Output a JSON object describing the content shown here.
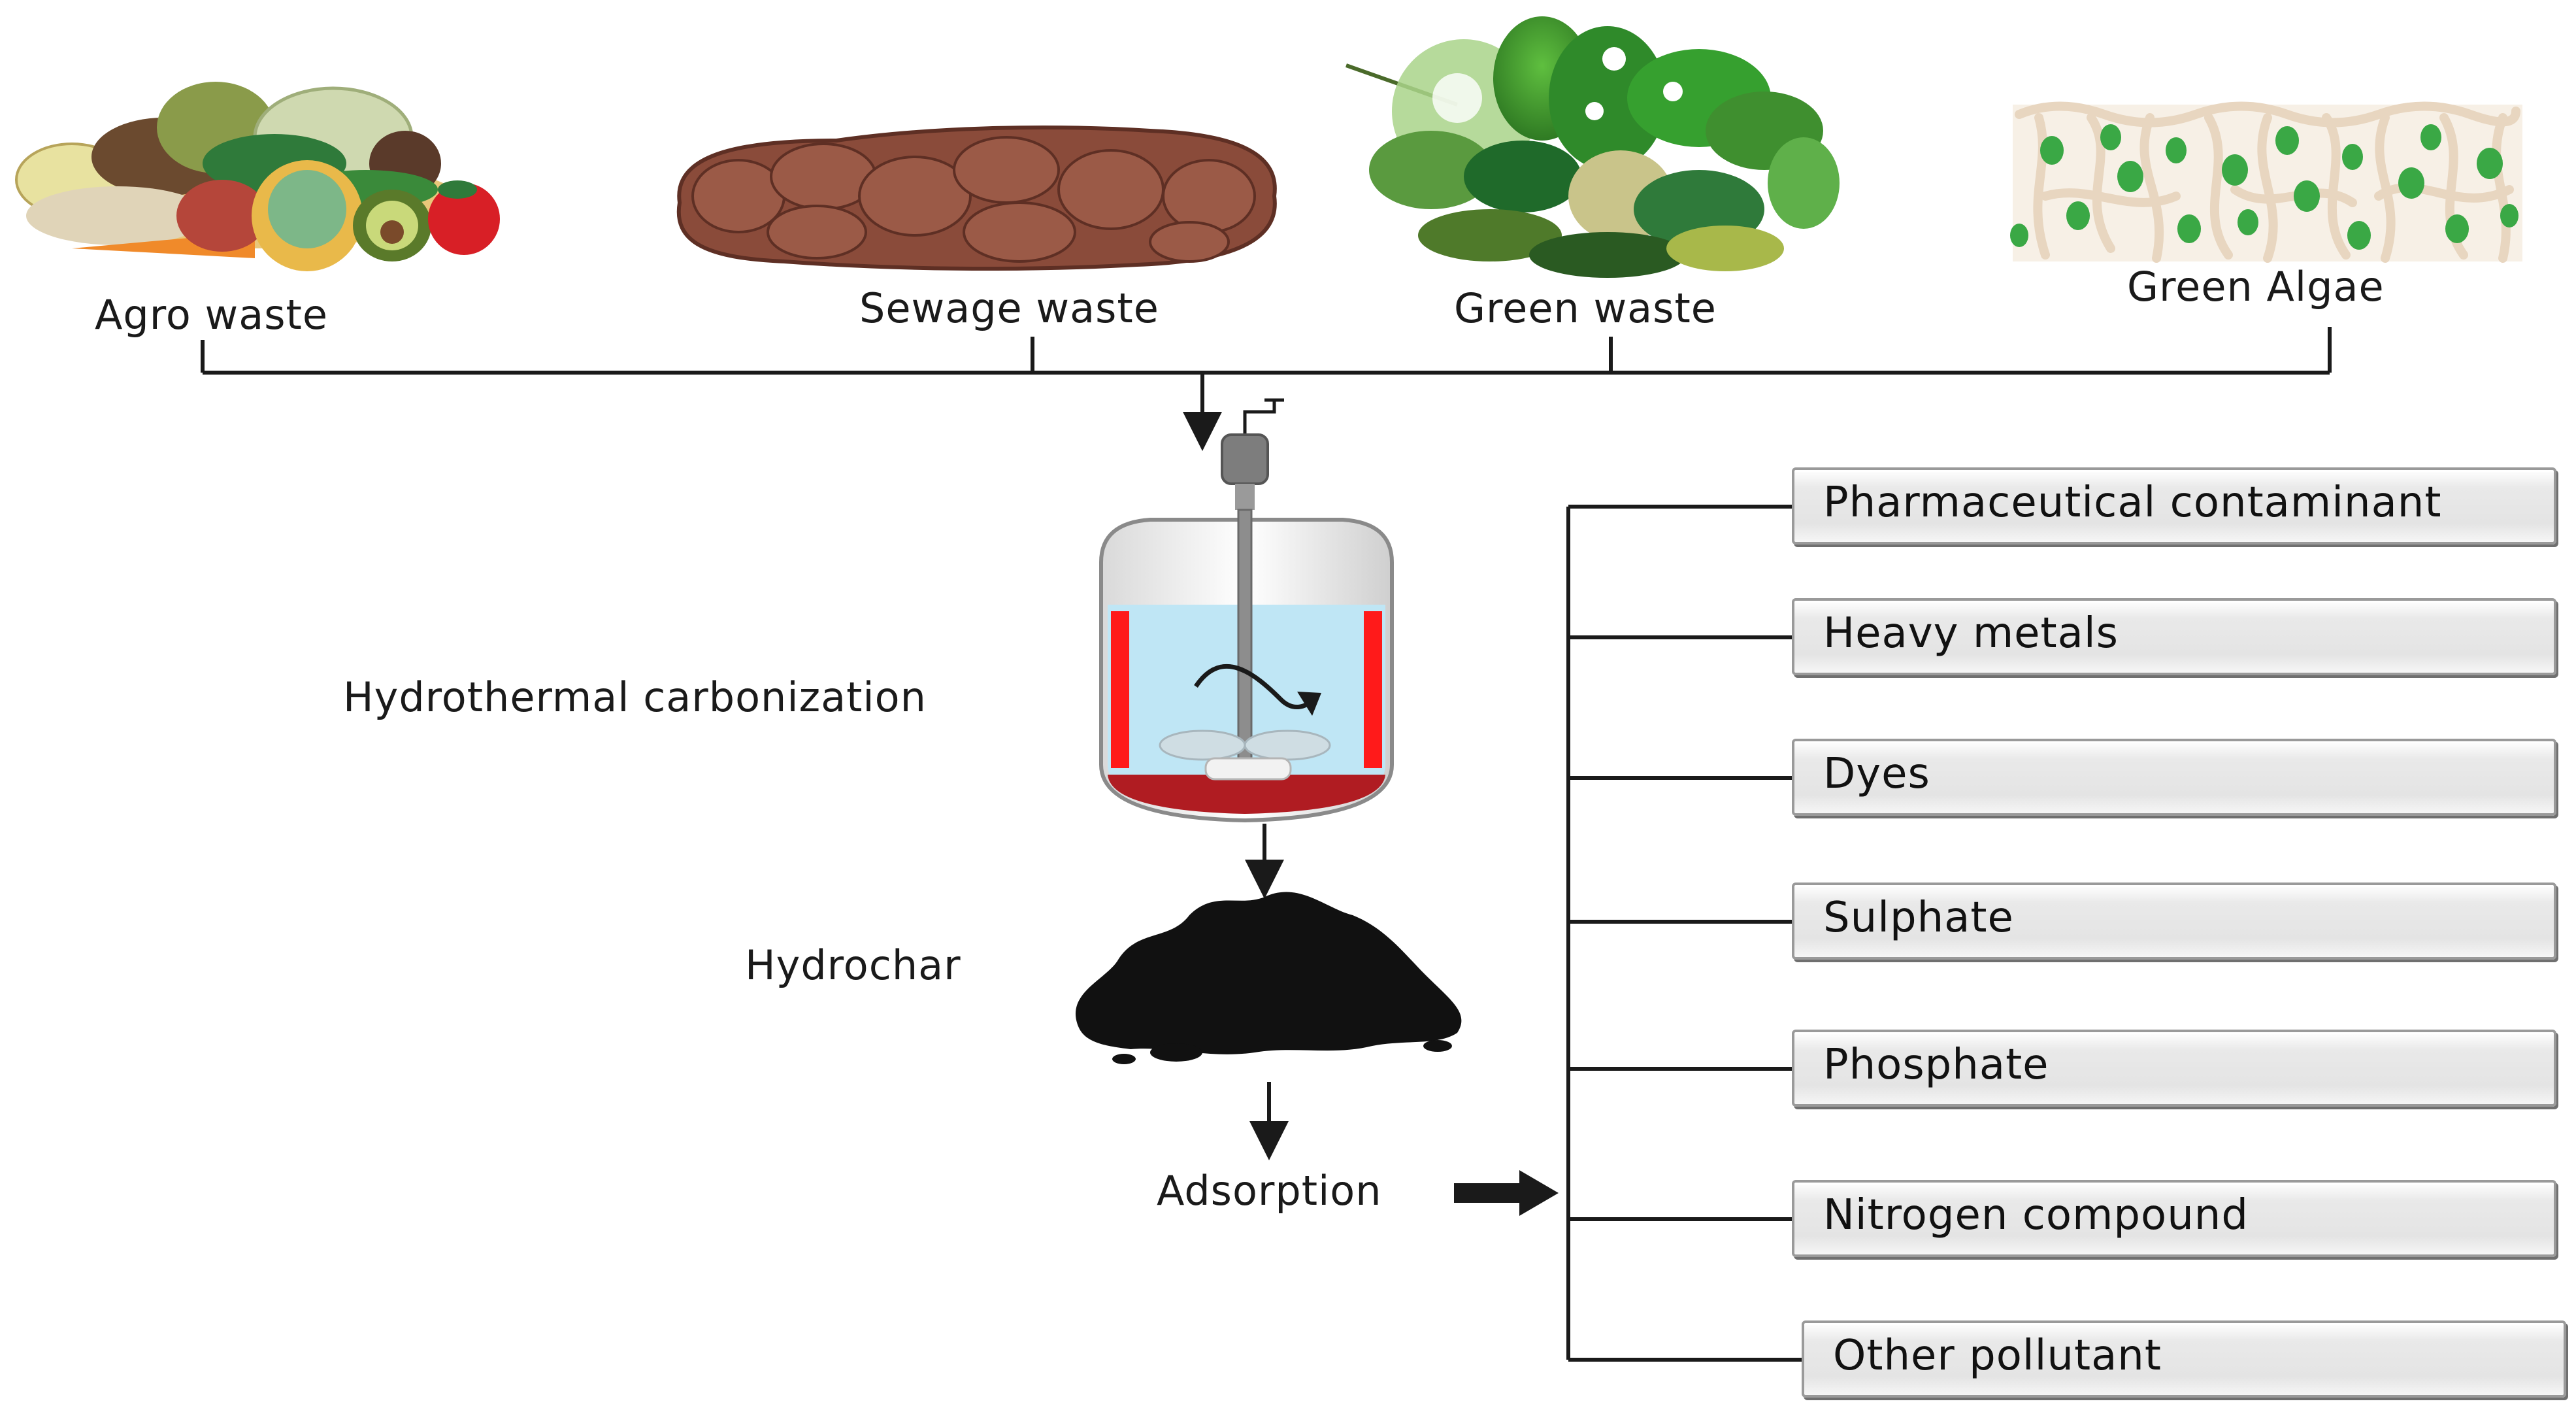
{
  "sources": [
    {
      "label": "Agro waste",
      "icon": "agro-waste-icon"
    },
    {
      "label": "Sewage waste",
      "icon": "sewage-waste-icon"
    },
    {
      "label": "Green waste",
      "icon": "green-waste-icon"
    },
    {
      "label": "Green Algae",
      "icon": "green-algae-icon"
    }
  ],
  "process": {
    "hydrothermal_label": "Hydrothermal carbonization",
    "hydrochar_label": "Hydrochar",
    "adsorption_label": "Adsorption"
  },
  "pollutants": [
    "Pharmaceutical contaminant",
    "Heavy metals",
    "Dyes",
    "Sulphate",
    "Phosphate",
    "Nitrogen compound",
    "Other pollutant"
  ],
  "colors": {
    "line": "#1a1a1a",
    "heater": "#ff1a1a",
    "water": "#bfe6f5",
    "residue": "#b01c22",
    "char": "#111111",
    "leaf": "#3f8f2f",
    "sewage": "#8a4b3a",
    "algae_cell": "#3aa845",
    "algae_thread": "#e8d6c0"
  }
}
